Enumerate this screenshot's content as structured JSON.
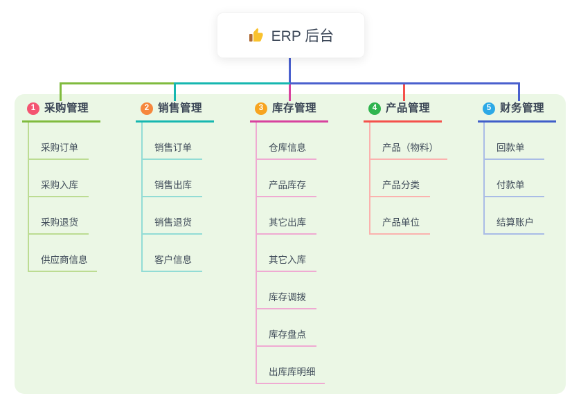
{
  "root": {
    "title": "ERP 后台",
    "icon": "thumbs-up-icon"
  },
  "branches": [
    {
      "index": "1",
      "label": "采购管理",
      "badge_color": "#f45471",
      "accent": "#80bb3e",
      "child_accent": "#bcdc92",
      "children": [
        "采购订单",
        "采购入库",
        "采购退货",
        "供应商信息"
      ]
    },
    {
      "index": "2",
      "label": "销售管理",
      "badge_color": "#f6873d",
      "accent": "#16b7b0",
      "child_accent": "#92dcd5",
      "children": [
        "销售订单",
        "销售出库",
        "销售退货",
        "客户信息"
      ]
    },
    {
      "index": "3",
      "label": "库存管理",
      "badge_color": "#f7a41f",
      "accent": "#d7429e",
      "child_accent": "#efaad2",
      "children": [
        "仓库信息",
        "产品库存",
        "其它出库",
        "其它入库",
        "库存调拨",
        "库存盘点",
        "出库库明细"
      ]
    },
    {
      "index": "4",
      "label": "产品管理",
      "badge_color": "#2fb44e",
      "accent": "#f4514b",
      "child_accent": "#fbb2ae",
      "children": [
        "产品（物料）",
        "产品分类",
        "产品单位"
      ]
    },
    {
      "index": "5",
      "label": "财务管理",
      "badge_color": "#2ca9e6",
      "accent": "#3f5ec9",
      "child_accent": "#a9bce6",
      "children": [
        "回款单",
        "付款单",
        "结算账户"
      ]
    }
  ],
  "colors": {
    "canvas_bg": "#ffffff",
    "board_bg": "#ebf7e5",
    "root_line": "#4a60ce",
    "root_text": "#3d4858",
    "thumb_yellow": "#f9c22e",
    "thumb_cuff": "#b06a34"
  }
}
